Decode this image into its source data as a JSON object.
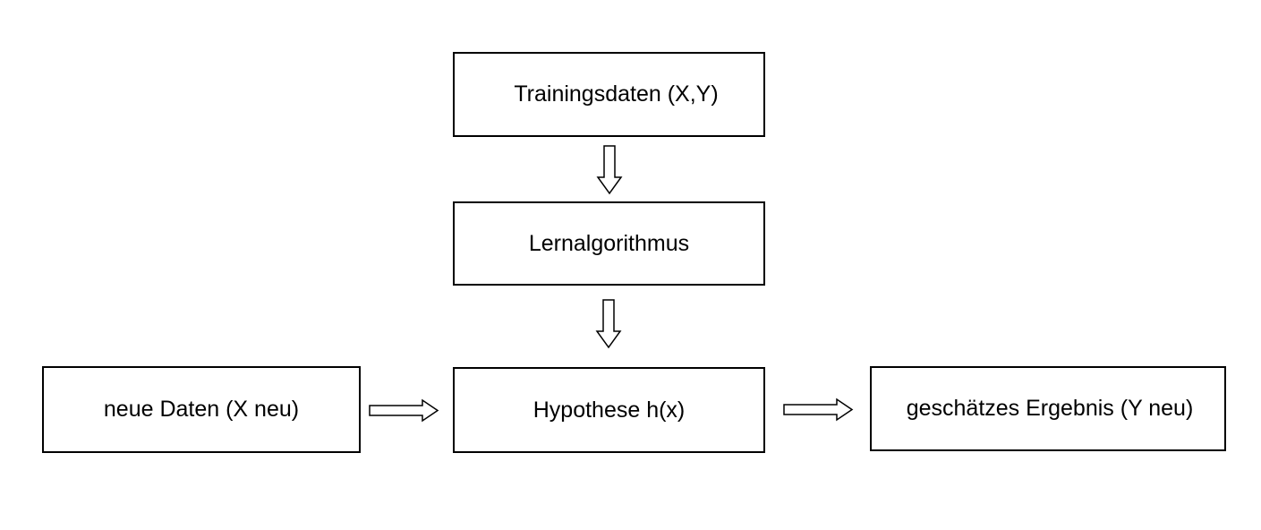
{
  "diagram": {
    "nodes": {
      "training_data": "Trainingsdaten (X,Y)",
      "learning_algorithm": "Lernalgorithmus",
      "hypothesis": "Hypothese h(x)",
      "new_data": "neue Daten (X neu)",
      "estimated_result": "geschätzes Ergebnis (Y neu)"
    },
    "edges": [
      {
        "from": "training_data",
        "to": "learning_algorithm"
      },
      {
        "from": "learning_algorithm",
        "to": "hypothesis"
      },
      {
        "from": "new_data",
        "to": "hypothesis"
      },
      {
        "from": "hypothesis",
        "to": "estimated_result"
      }
    ],
    "colors": {
      "background": "#ffffff",
      "stroke": "#000000",
      "arrow_fill": "#ffffff"
    }
  }
}
